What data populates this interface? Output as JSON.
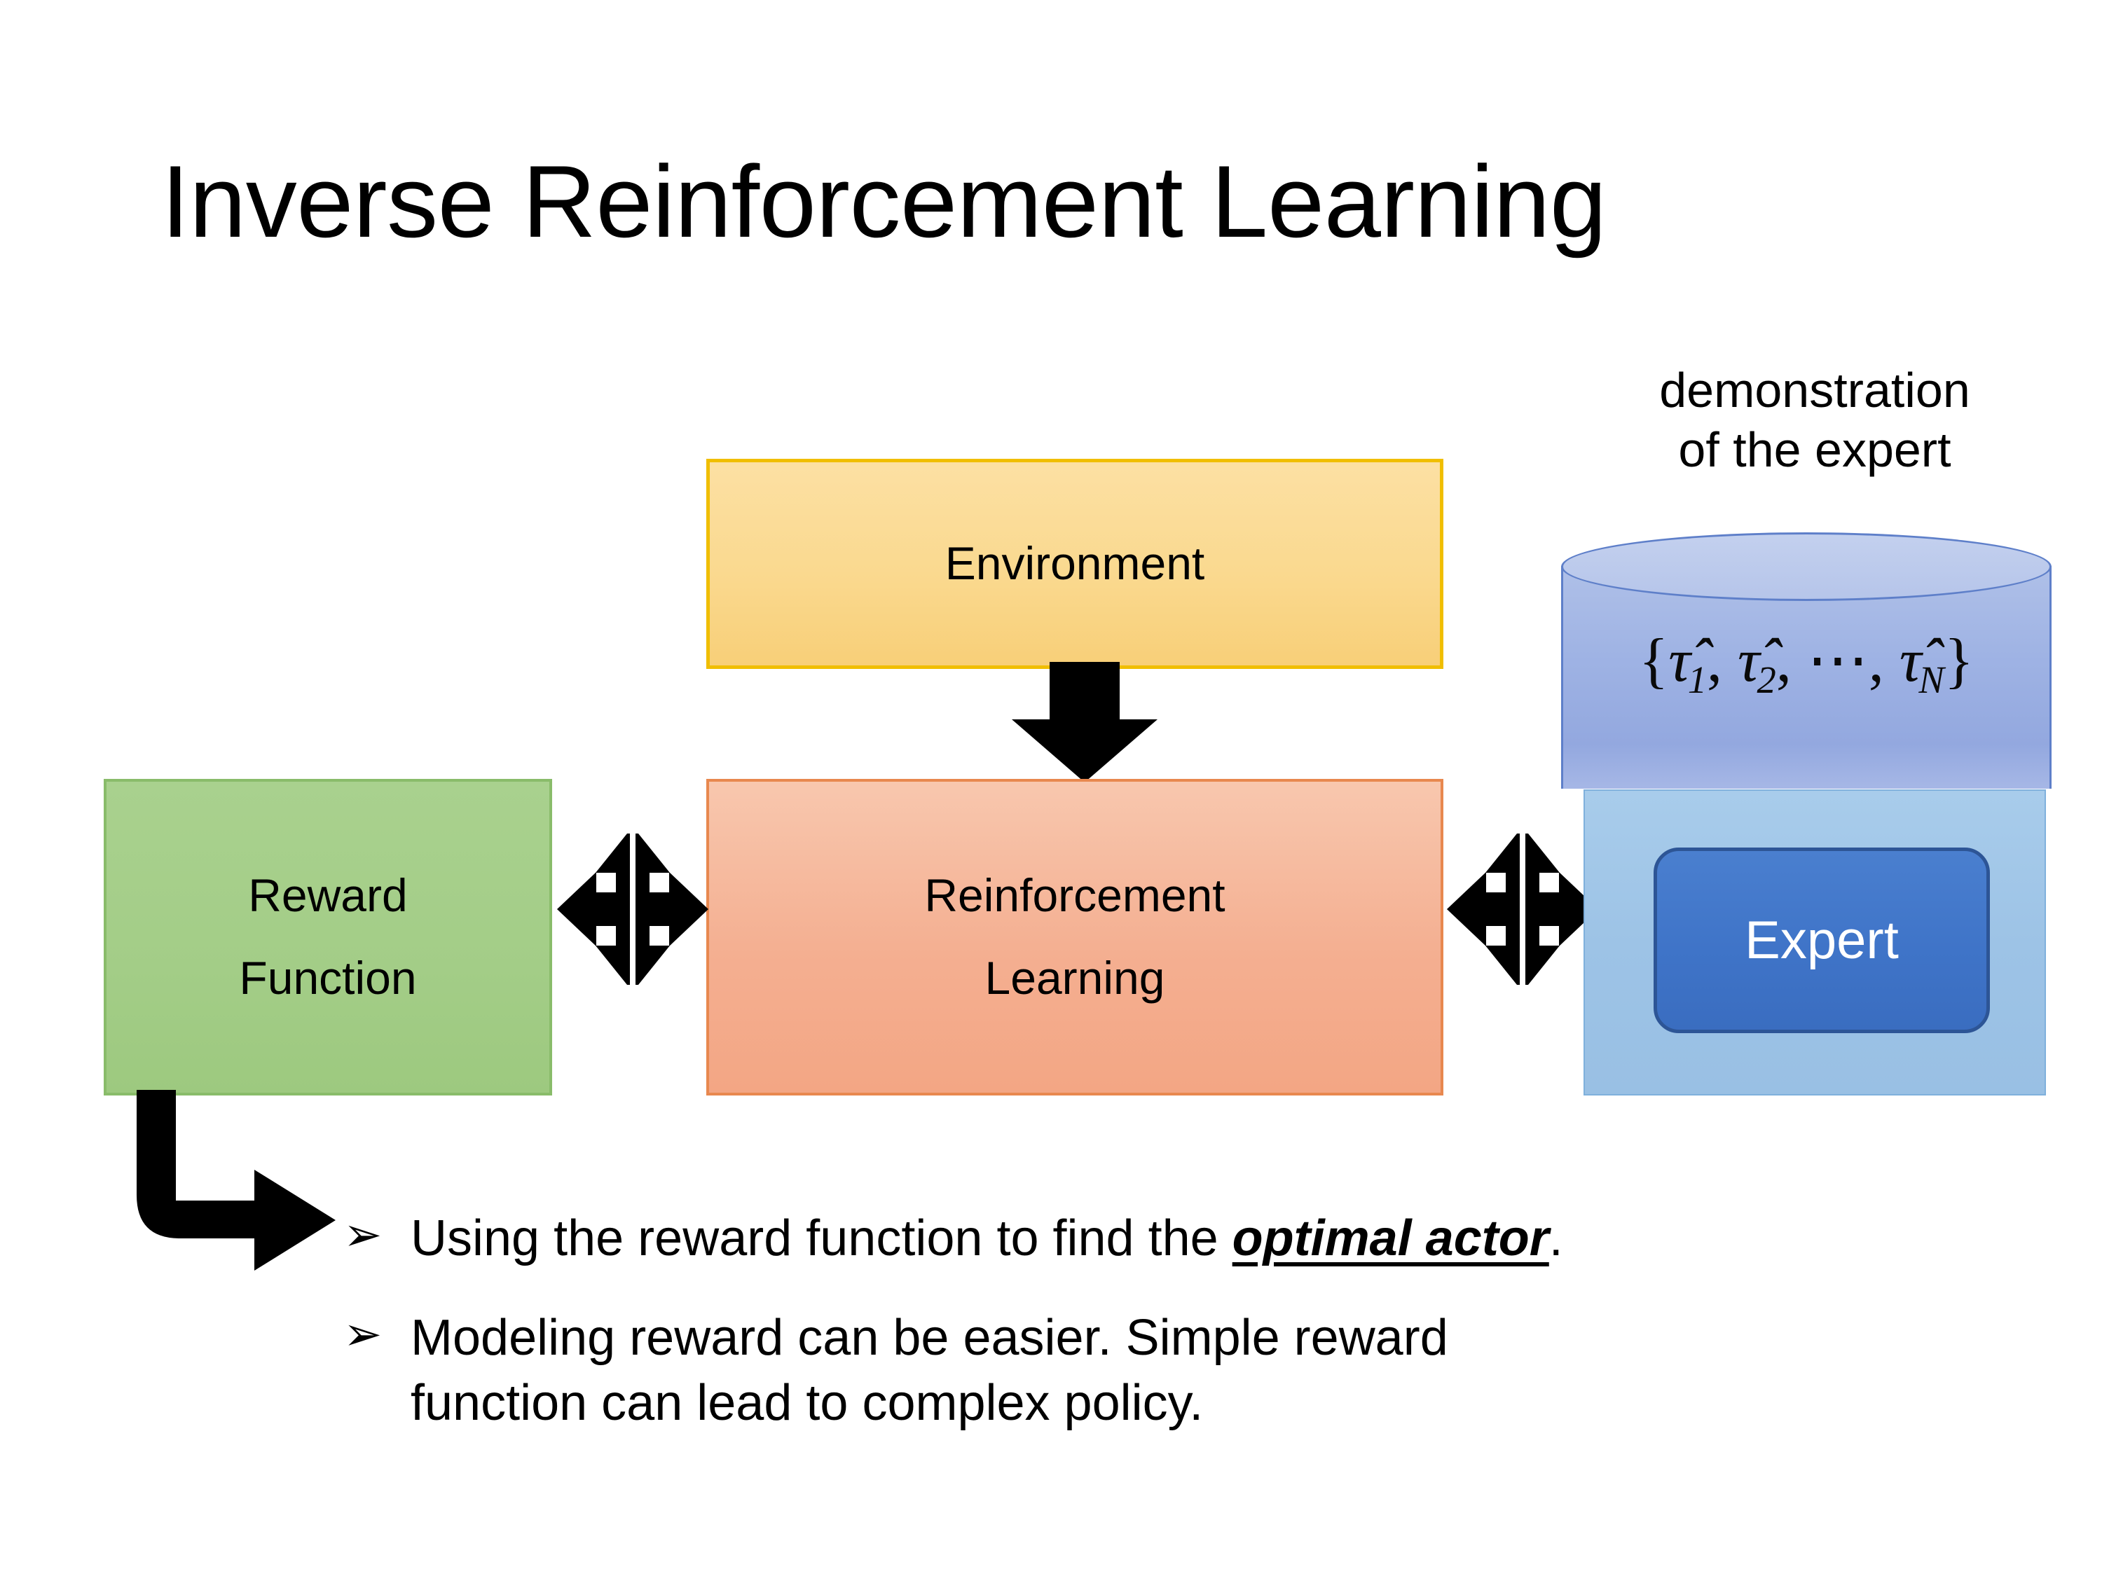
{
  "slide": {
    "title": "Inverse Reinforcement Learning",
    "background_color": "#FFFFFF"
  },
  "diagram": {
    "environment_box": {
      "label": "Environment",
      "fill_color": "#FAD98F",
      "border_color": "#F0BE00"
    },
    "reinforcement_learning_box": {
      "label_line_1": "Reinforcement",
      "label_line_2": "Learning",
      "fill_color": "#F4AF91",
      "border_color": "#E8884F"
    },
    "reward_function_box": {
      "label_line_1": "Reward",
      "label_line_2": "Function",
      "fill_color": "#A9D18E",
      "border_color": "#89BC6A"
    },
    "demonstration": {
      "caption_line_1": "demonstration",
      "caption_line_2": "of the expert",
      "cylinder_fill_color": "#9FB3E4",
      "cylinder_border_color": "#5E7FC9",
      "formula": {
        "open_brace": "{",
        "term_1": "τ̂",
        "term_1_sub": "1",
        "separator_1": ", ",
        "term_2": "τ̂",
        "term_2_sub": "2",
        "separator_2": ", ⋯, ",
        "term_n": "τ̂",
        "term_n_sub": "N",
        "close_brace": "}",
        "plain_text": "{τ̂1, τ̂2, ⋯, τ̂N}"
      }
    },
    "expert_panel": {
      "fill_color": "#9DC3E6"
    },
    "expert_box": {
      "label": "Expert",
      "fill_color": "#3F74C8",
      "border_color": "#2D5596",
      "text_color": "#FFFFFF"
    },
    "arrows": {
      "environment_to_rl": "down-arrow",
      "reward_to_rl": "quad-arrow",
      "rl_to_expert": "quad-arrow",
      "reward_to_bullets": "bent-elbow-arrow",
      "color": "#000000"
    }
  },
  "bullets": {
    "marker": "➢",
    "items": [
      {
        "text_before": "Using the reward function to find the ",
        "emphasis": "optimal actor",
        "text_after": "."
      },
      {
        "line_1": "Modeling reward can be easier. Simple reward",
        "line_2": "function can lead to complex policy."
      }
    ]
  }
}
